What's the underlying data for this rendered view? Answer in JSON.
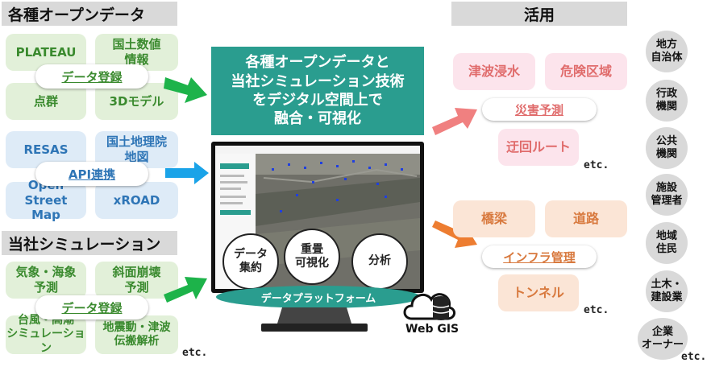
{
  "left": {
    "open_data_header": "各種オープンデータ",
    "open_data_green": [
      "PLATEAU",
      "国土数値\n情報",
      "点群",
      "3Dモデル"
    ],
    "open_data_green_pill": "データ登録",
    "open_data_blue": [
      "RESAS",
      "国土地理院\n地図",
      "Open Street\nMap",
      "xROAD"
    ],
    "open_data_blue_pill": "API連携",
    "simulation_header": "当社シミュレーション",
    "simulation_tiles": [
      "気象・海象\n予測",
      "斜面崩壊\n予測",
      "台風・高潮\nシミュレーション",
      "地震動・津波\n伝搬解析"
    ],
    "simulation_pill": "データ登録",
    "etc": "etc."
  },
  "center": {
    "title": "各種オープンデータと\n当社シミュレーション技術\nをデジタル空間上で\n融合・可視化",
    "features": [
      "データ\n集約",
      "重畳\n可視化",
      "分析"
    ],
    "platform_label": "データプラットフォーム",
    "webgis_label": "Web GIS"
  },
  "right": {
    "header": "活用",
    "disaster_tiles": [
      "津波浸水",
      "危険区域",
      "迂回ルート"
    ],
    "disaster_pill": "災害予測",
    "disaster_etc": "etc.",
    "infra_tiles": [
      "橋梁",
      "道路",
      "トンネル"
    ],
    "infra_pill": "インフラ管理",
    "infra_etc": "etc.",
    "users": [
      "地方\n自治体",
      "行政\n機関",
      "公共\n機関",
      "施設\n管理者",
      "地域\n住民",
      "土木・\n建設業",
      "企業\nオーナー"
    ],
    "users_etc": "etc."
  },
  "colors": {
    "teal": "#2a9d8f",
    "green_text": "#3a8a2e",
    "blue_text": "#2e75b6",
    "pink_text": "#e06c6c",
    "orange_text": "#d8793e",
    "arrow_green": "#1db34a",
    "arrow_blue": "#1aa3e8",
    "arrow_pink": "#f08080",
    "arrow_orange": "#ed7d31"
  }
}
